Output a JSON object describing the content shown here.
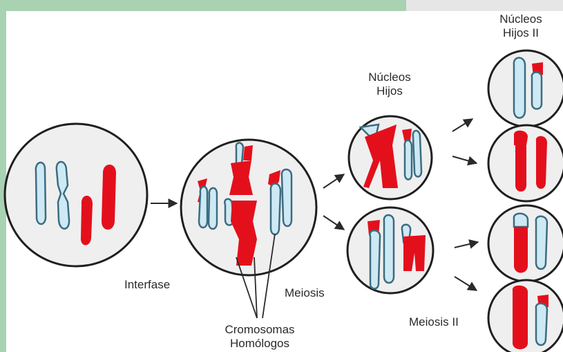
{
  "colors": {
    "frame_green": "#a8d2b2",
    "frame_gray": "#e6e6e6",
    "cell_fill": "#efefef",
    "cell_stroke": "#1f1f1f",
    "chromosome_blue": "#cde9f4",
    "chromosome_blue_stroke": "#3d6b80",
    "chromosome_red": "#e3101c",
    "arrow": "#2a2a2a"
  },
  "labels": {
    "interfase": "Interfase",
    "meiosis": "Meiosis",
    "meiosis_ii": "Meiosis II",
    "cromosomas_line1": "Cromosomas",
    "cromosomas_line2": "Homólogos",
    "nucleos_hijos_line1": "Núcleos",
    "nucleos_hijos_line2": "Hijos",
    "nucleos_hijos_ii_line1": "Núcleos",
    "nucleos_hijos_ii_line2": "Hijos II"
  },
  "icons": {
    "cell": "cell-circle-icon",
    "chromosome": "chromosome-icon",
    "arrow": "arrow-right-icon"
  }
}
